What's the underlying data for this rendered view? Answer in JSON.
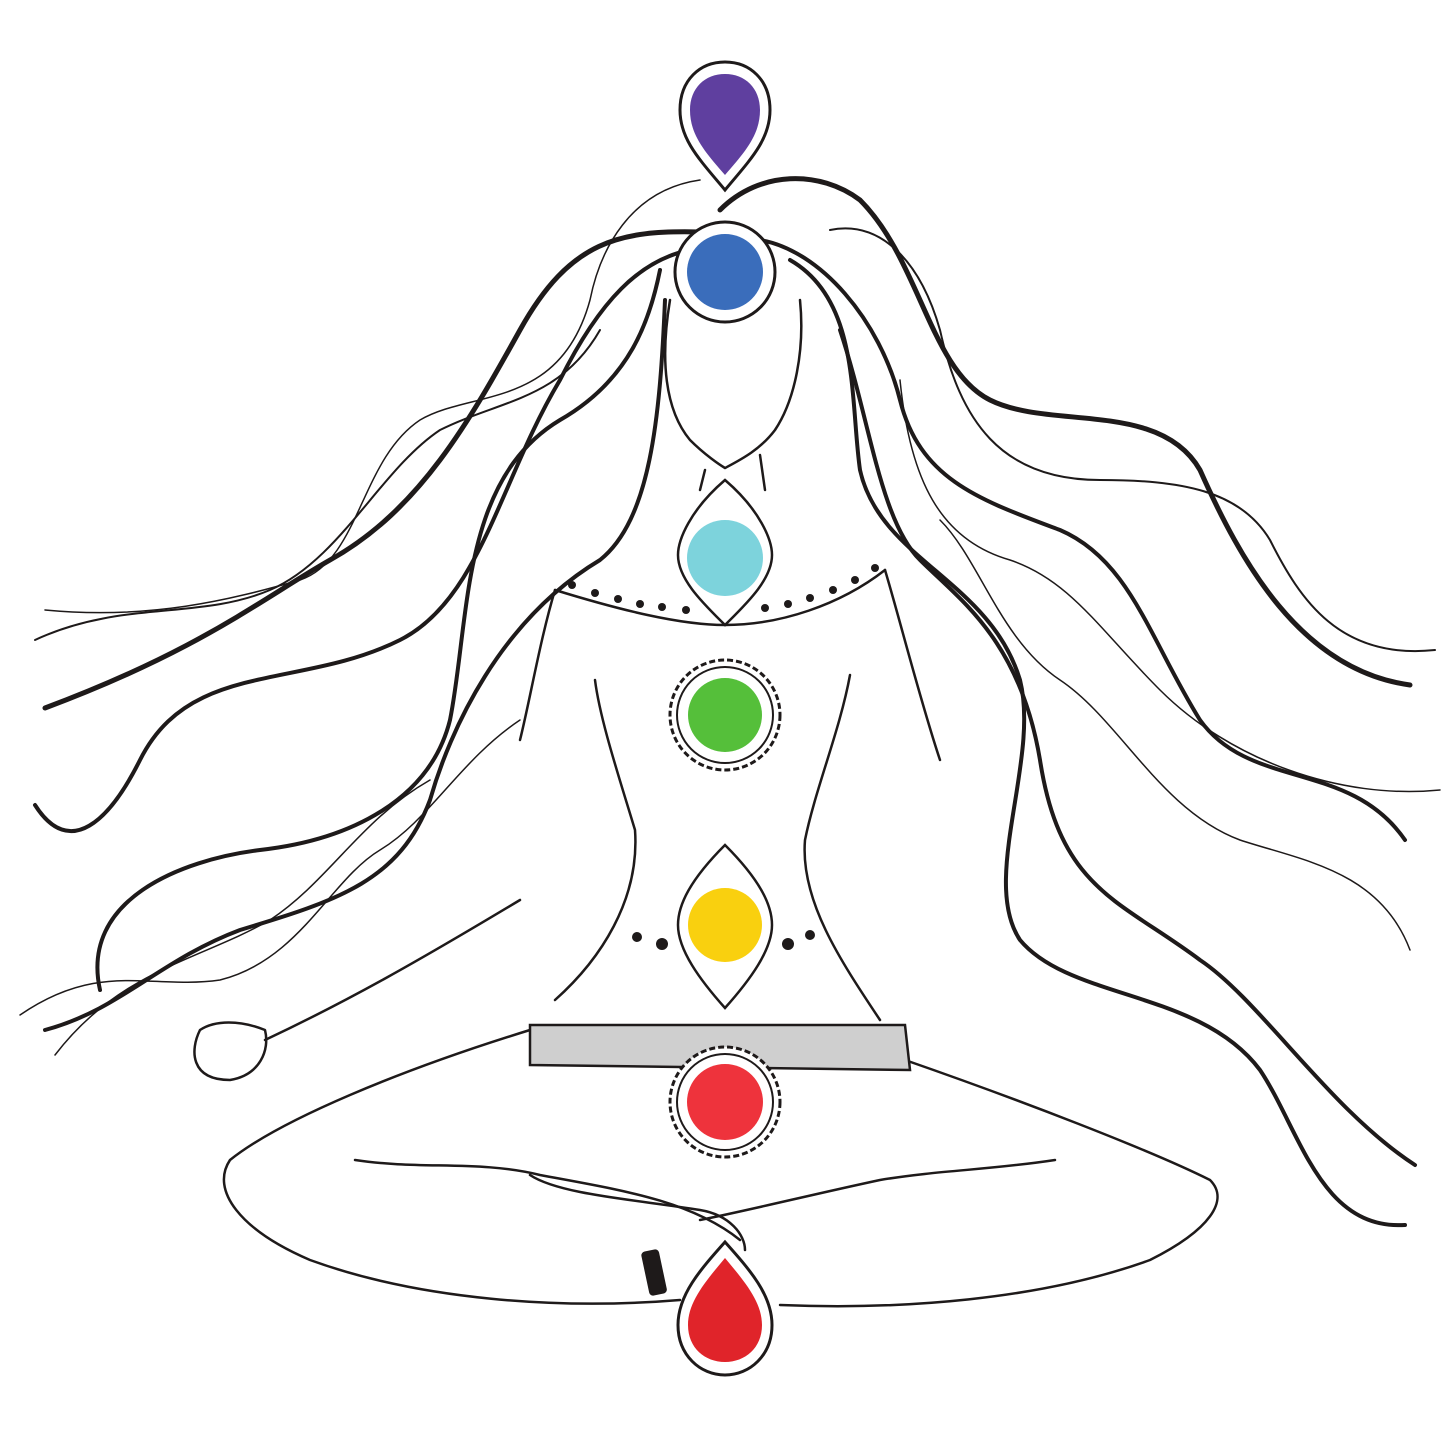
{
  "background": "#ffffff",
  "line_color": "#1e1a1a",
  "chakras": [
    {
      "name": "crown",
      "shape": "teardrop",
      "color": "#5f3f9f"
    },
    {
      "name": "third-eye",
      "shape": "circle",
      "color": "#3a6dbb"
    },
    {
      "name": "throat",
      "shape": "almond",
      "color": "#7dd3dc"
    },
    {
      "name": "heart",
      "shape": "scalloped-circle",
      "color": "#55bf3a"
    },
    {
      "name": "solar-plexus",
      "shape": "almond",
      "color": "#f9d00f"
    },
    {
      "name": "sacral",
      "shape": "scalloped-circle",
      "color": "#ee333c"
    },
    {
      "name": "root",
      "shape": "teardrop",
      "color": "#e0242a"
    }
  ]
}
